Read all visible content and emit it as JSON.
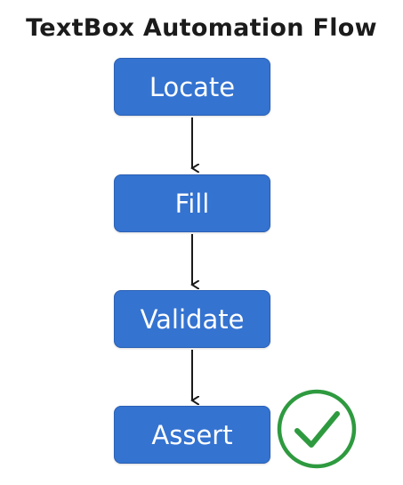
{
  "title": "TextBox Automation Flow",
  "steps": [
    {
      "label": "Locate"
    },
    {
      "label": "Fill"
    },
    {
      "label": "Validate"
    },
    {
      "label": "Assert"
    }
  ],
  "icons": {
    "completion": "check-circle-icon"
  },
  "colors": {
    "step_fill": "#3473d0",
    "step_text": "#ffffff",
    "arrow": "#1a1a1a",
    "check": "#2e9a3f",
    "title": "#1b1b1b"
  }
}
